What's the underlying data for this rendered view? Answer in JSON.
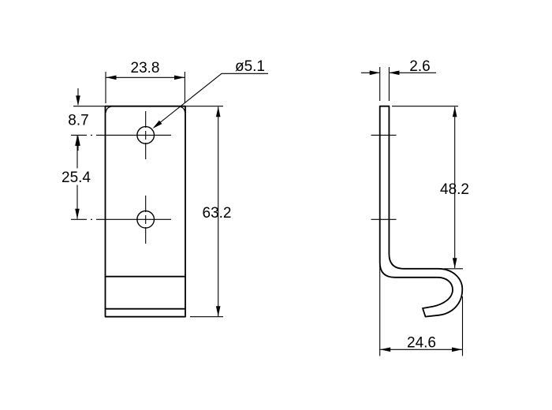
{
  "page": {
    "background_color": "#ffffff",
    "line_color": "#000000"
  },
  "drawing": {
    "type": "engineering-drawing",
    "views": [
      "front-view",
      "side-profile-view"
    ],
    "front_view": {
      "dims": {
        "width": "23.8",
        "hole_offset_top": "8.7",
        "hole_spacing": "25.4",
        "height": "63.2",
        "hole_diameter": "ø5.1"
      },
      "features": {
        "holes": 2,
        "bend_lines": 2
      }
    },
    "side_view": {
      "dims": {
        "thickness": "2.6",
        "straight_height": "48.2",
        "depth": "24.6"
      },
      "features": {
        "hook_bend": "J-curl at bottom",
        "centerline_ticks": 2
      }
    }
  }
}
